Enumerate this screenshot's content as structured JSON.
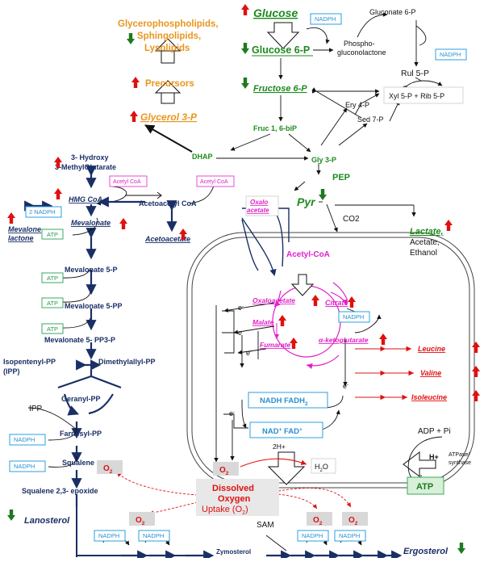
{
  "glycolysis": {
    "glucose": "Glucose",
    "glucose6p": "Glucose 6-P",
    "fructose6p": "Fructose 6-P",
    "fruc16bip": "Fruc 1, 6-biP",
    "dhap": "DHAP",
    "gly3p": "Gly 3-P",
    "pep": "PEP",
    "pyr": "Pyr"
  },
  "ppp": {
    "gluconate6p": "Gluconate 6-P",
    "phospho_line1": "Phospho-",
    "phospho_line2": "gluconolactone",
    "rul5p": "Rul 5-P",
    "xyl_rib": "Xyl 5-P  +  Rib 5-P",
    "ery4p": "Ery 4-P",
    "sed7p": "Sed 7-P"
  },
  "lipids": {
    "glycerophospho_l1": "Glycerophospholipids,",
    "glycerophospho_l2": "Sphingolipids,",
    "glycerophospho_l3": "Lysolipids",
    "precursors": "Precursors",
    "glycerol3p": "Glycerol 3-P"
  },
  "mevalonate": {
    "hydroxy_l1": "3- Hydroxy",
    "hydroxy_l2": "3-MethylGlutarate",
    "hmgcoa": "HMG CoA",
    "mevalonate": "Mevalonate",
    "mevalone_l1": "Mevalone",
    "mevalone_l2": "lactone",
    "mev5p": "Mevalonate 5-P",
    "mev5pp": "Mevalonate 5-PP",
    "mev5pp3p": "Mevalonate 5- PP3-P",
    "ipp_l1": "Isopentenyl-PP",
    "ipp_l2": "(IPP)",
    "dmapp": "Dimethylallyl-PP",
    "geranylpp": "Geranyl-PP",
    "ipp": "IPP",
    "farnesylpp": "Farnesyl-PP",
    "squalene": "Squalene",
    "epoxide": "Squalene  2,3-  epoxide",
    "lanosterol": "Lanosterol",
    "zymosterol": "Zymosterol",
    "ergosterol": "Ergosterol",
    "sam": "SAM"
  },
  "acetyl": {
    "acetylcoa_box": "Acetyl CoA",
    "acetoacetylcoa": "Acetoacetyl CoA",
    "acetoacetate": "Acetoacetate"
  },
  "cofactors": {
    "nadph": "NADPH",
    "two_nadph": "2 NADPH",
    "atp_small": "ATP",
    "o2": "O",
    "o2_sub": "2"
  },
  "fermentation": {
    "lactate": "Lactate,",
    "acetate": "Acetate,",
    "ethanol": "Ethanol",
    "co2": "CO2"
  },
  "tca": {
    "oxalo_l1": "Oxalo",
    "oxalo_l2": "acetate",
    "acetylcoa": "Acetyl-CoA",
    "oxaloacetate": "Oxaloacetate",
    "citrate": "Citrate",
    "malate": "Malate",
    "fumarate": "Fumarate",
    "akg": "α-ketoglutarate",
    "electron": "e",
    "electron_sup": "-"
  },
  "aminoacids": {
    "leucine": "Leucine",
    "valine": "Valine",
    "isoleucine": "Isoleucine"
  },
  "etc": {
    "nadh": "NADH  FADH",
    "nadh_sub": "2",
    "nad": "NAD",
    "nad_sup": "+",
    "fad": " FAD",
    "fad_sup": "+",
    "twoh": "2H+",
    "h2o": "H",
    "h2o_sub": "2",
    "h2o_end": "O",
    "adp": "ADP + Pi",
    "hplus": "H+",
    "atpase_l1": "ATPase/",
    "atpase_l2": "synthase",
    "atp_big": "ATP"
  },
  "oxygen": {
    "l1": "Dissolved",
    "l2": "Oxygen",
    "l3": "Uptake (O",
    "l3_sub": "2",
    "l3_end": ")"
  },
  "colors": {
    "up_arrow": "#e01010",
    "down_arrow": "#1e7a1e",
    "navy": "#1a2f66",
    "green": "#1e8a1e",
    "magenta": "#e020c8",
    "orange": "#e8961e"
  }
}
